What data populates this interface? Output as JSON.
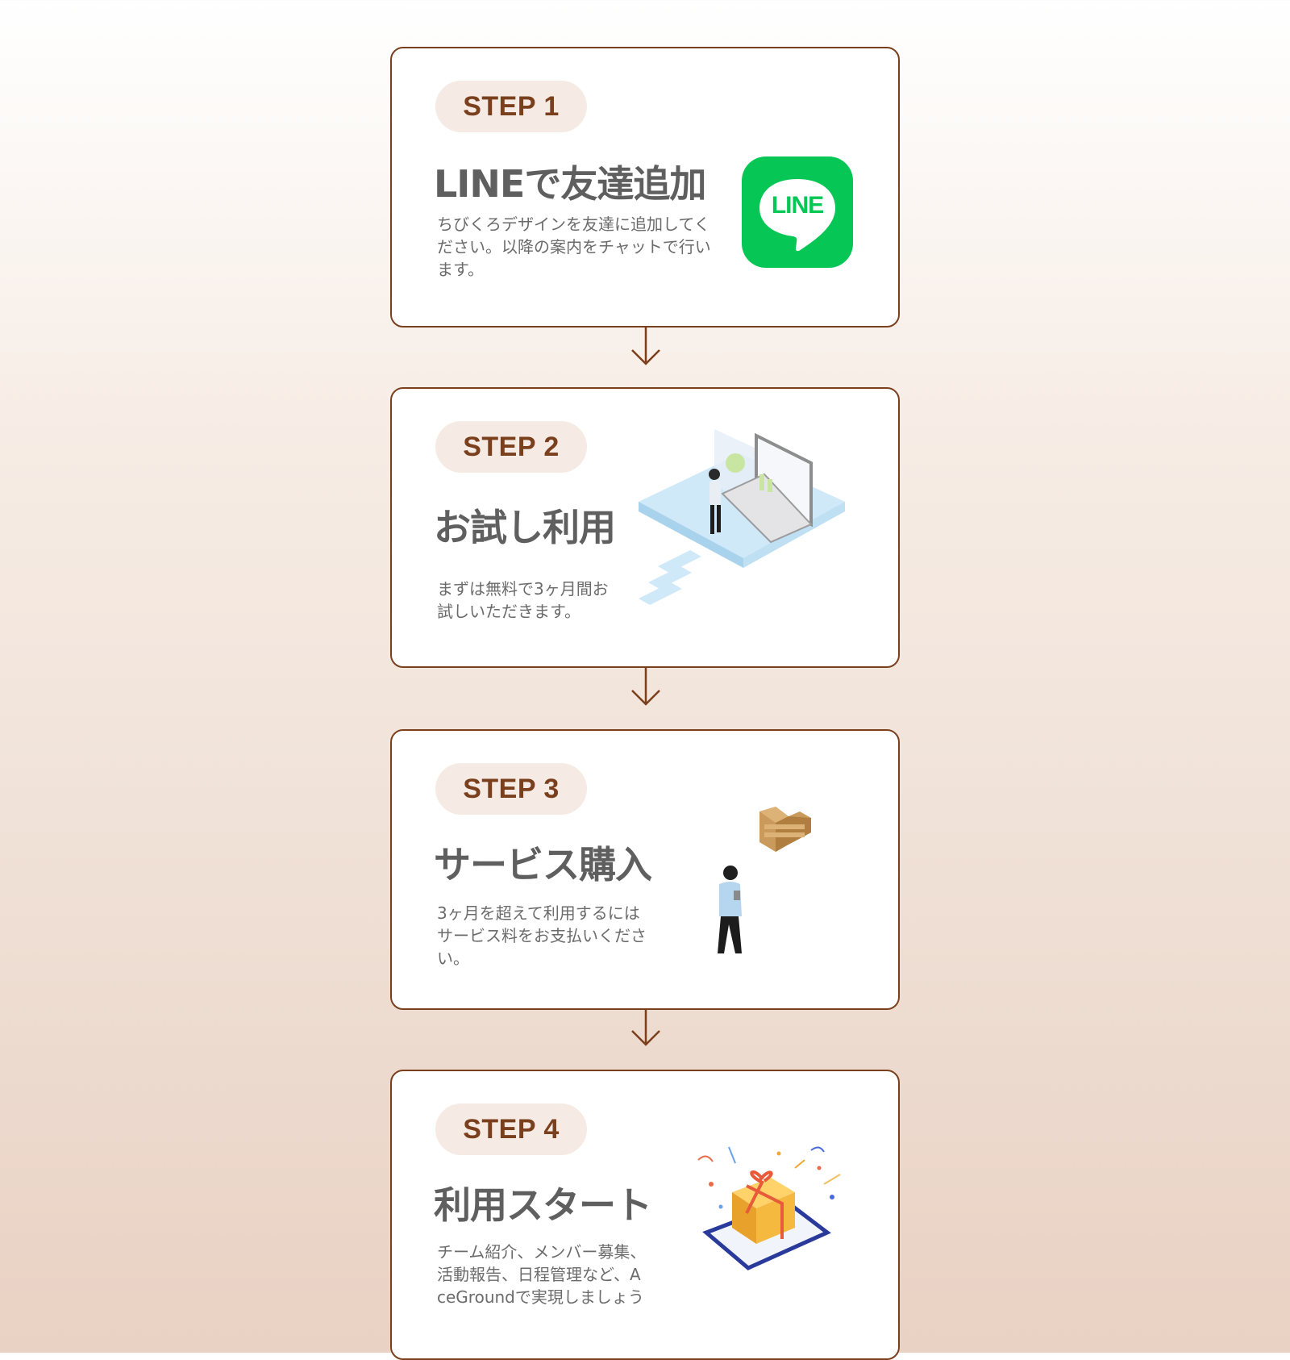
{
  "steps": [
    {
      "label": "STEP 1",
      "title": "LINEで友達追加",
      "description": "ちびくろデザインを友達に追加してください。以降の案内をチャットで行います。",
      "logo_text": "LINE"
    },
    {
      "label": "STEP 2",
      "title": "お試し利用",
      "description": "まずは無料で3ヶ月間お試しいただきます。"
    },
    {
      "label": "STEP 3",
      "title": "サービス購入",
      "description": "3ヶ月を超えて利用するにはサービス料をお支払いください。"
    },
    {
      "label": "STEP 4",
      "title": "利用スタート",
      "description": "チーム紹介、メンバー募集、活動報告、日程管理など、AceGroundで実現しましょう"
    }
  ],
  "colors": {
    "accent": "#7a3f1d",
    "pill_bg": "#f5ebe4",
    "line_green": "#06c755"
  }
}
